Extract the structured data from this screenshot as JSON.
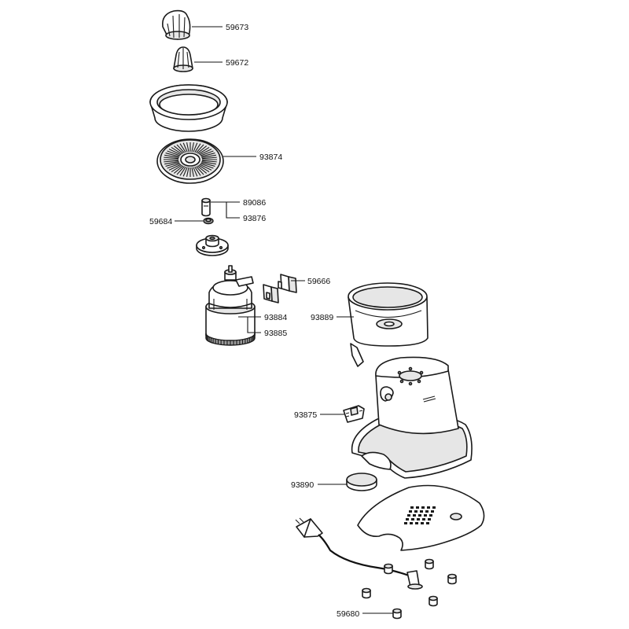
{
  "parts": [
    {
      "id": "p59673",
      "number": "59673"
    },
    {
      "id": "p59672",
      "number": "59672"
    },
    {
      "id": "p93874",
      "number": "93874"
    },
    {
      "id": "p89086",
      "number": "89086"
    },
    {
      "id": "p93876",
      "number": "93876"
    },
    {
      "id": "p59684",
      "number": "59684"
    },
    {
      "id": "p59666",
      "number": "59666"
    },
    {
      "id": "p93884",
      "number": "93884"
    },
    {
      "id": "p93885",
      "number": "93885"
    },
    {
      "id": "p93889",
      "number": "93889"
    },
    {
      "id": "p93875",
      "number": "93875"
    },
    {
      "id": "p93890",
      "number": "93890"
    },
    {
      "id": "p59680",
      "number": "59680"
    }
  ],
  "colors": {
    "line": "#1a1a1a",
    "fill": "#ffffff",
    "shade": "#e6e6e6"
  }
}
